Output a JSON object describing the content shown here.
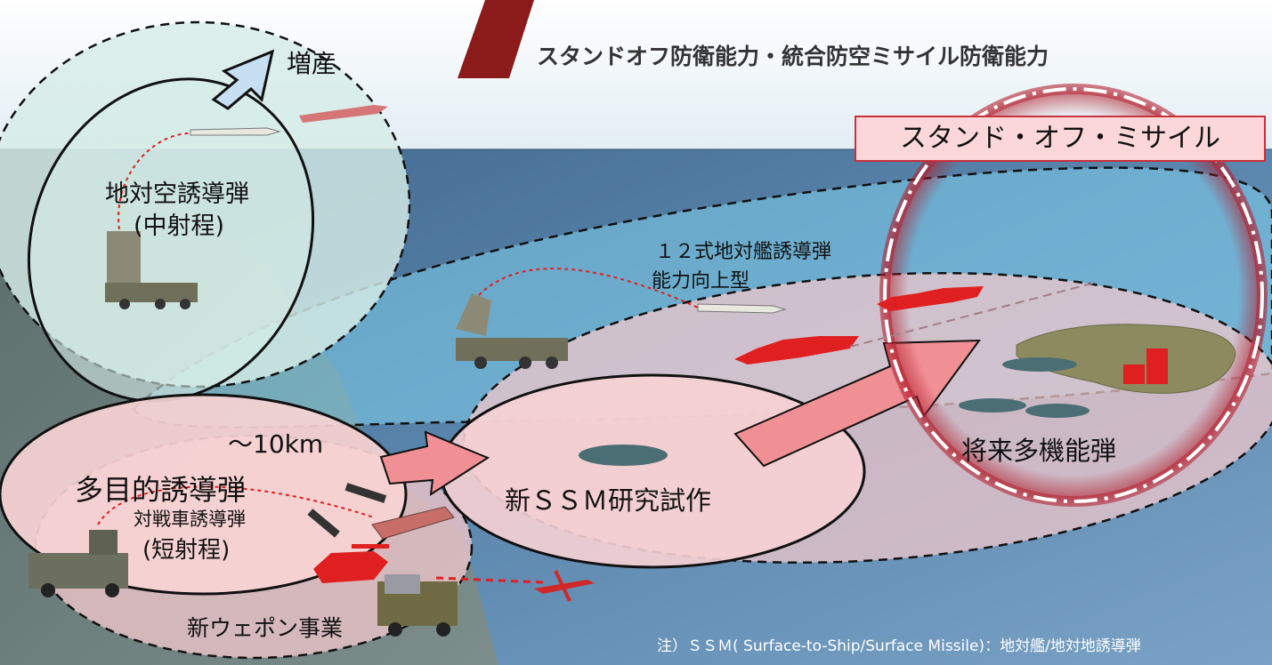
{
  "title": "スタンドオフ防衛能力・統合防空ミサイル防衛能力",
  "standoff_box": "スタンド・オフ・ミサイル",
  "labels": {
    "zosan": "増産",
    "sam_line1": "地対空誘導弾",
    "sam_line2": "(中射程)",
    "type12_line1": "１２式地対艦誘導弾",
    "type12_line2": "能力向上型",
    "range": "～10km",
    "multi": "多目的誘導弾",
    "atgm_line1": "対戦車誘導弾",
    "atgm_line2": "(短射程)",
    "new_ssm": "新ＳＳＭ研究試作",
    "future": "将来多機能弾",
    "new_weapon": "新ウェポン事業"
  },
  "note": "注）ＳＳＭ( Surface-to-Ship/Surface Missile)：地対艦/地対地誘導弾",
  "colors": {
    "accent_red": "#8b1a1a",
    "pink_fill": "#f4c9cc",
    "highlight_red": "#c8303a"
  }
}
